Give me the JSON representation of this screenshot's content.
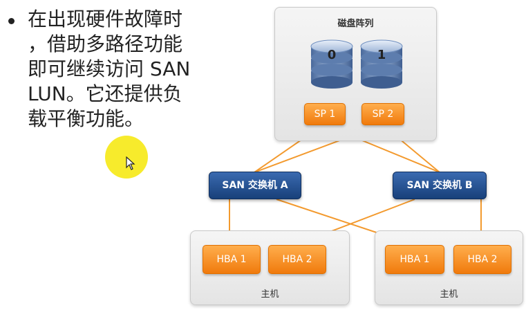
{
  "slide": {
    "bullet_lines": [
      "在出现硬件故障时",
      "，借助多路径功能",
      "即可继续访问 SAN",
      "LUN。它还提供负",
      "载平衡功能。"
    ]
  },
  "diagram": {
    "array": {
      "title": "磁盘阵列",
      "disks": [
        "0",
        "1"
      ],
      "sp1": "SP 1",
      "sp2": "SP 2"
    },
    "switches": {
      "a": "SAN 交换机 A",
      "b": "SAN 交换机 B"
    },
    "hosts": [
      {
        "title": "主机",
        "hba1": "HBA 1",
        "hba2": "HBA 2"
      },
      {
        "title": "主机",
        "hba1": "HBA 1",
        "hba2": "HBA 2"
      }
    ],
    "colors": {
      "link": "#f39a2e",
      "orange": "#f07a0c",
      "switch": "#1d4680",
      "disk": "#6f8fbf"
    }
  }
}
